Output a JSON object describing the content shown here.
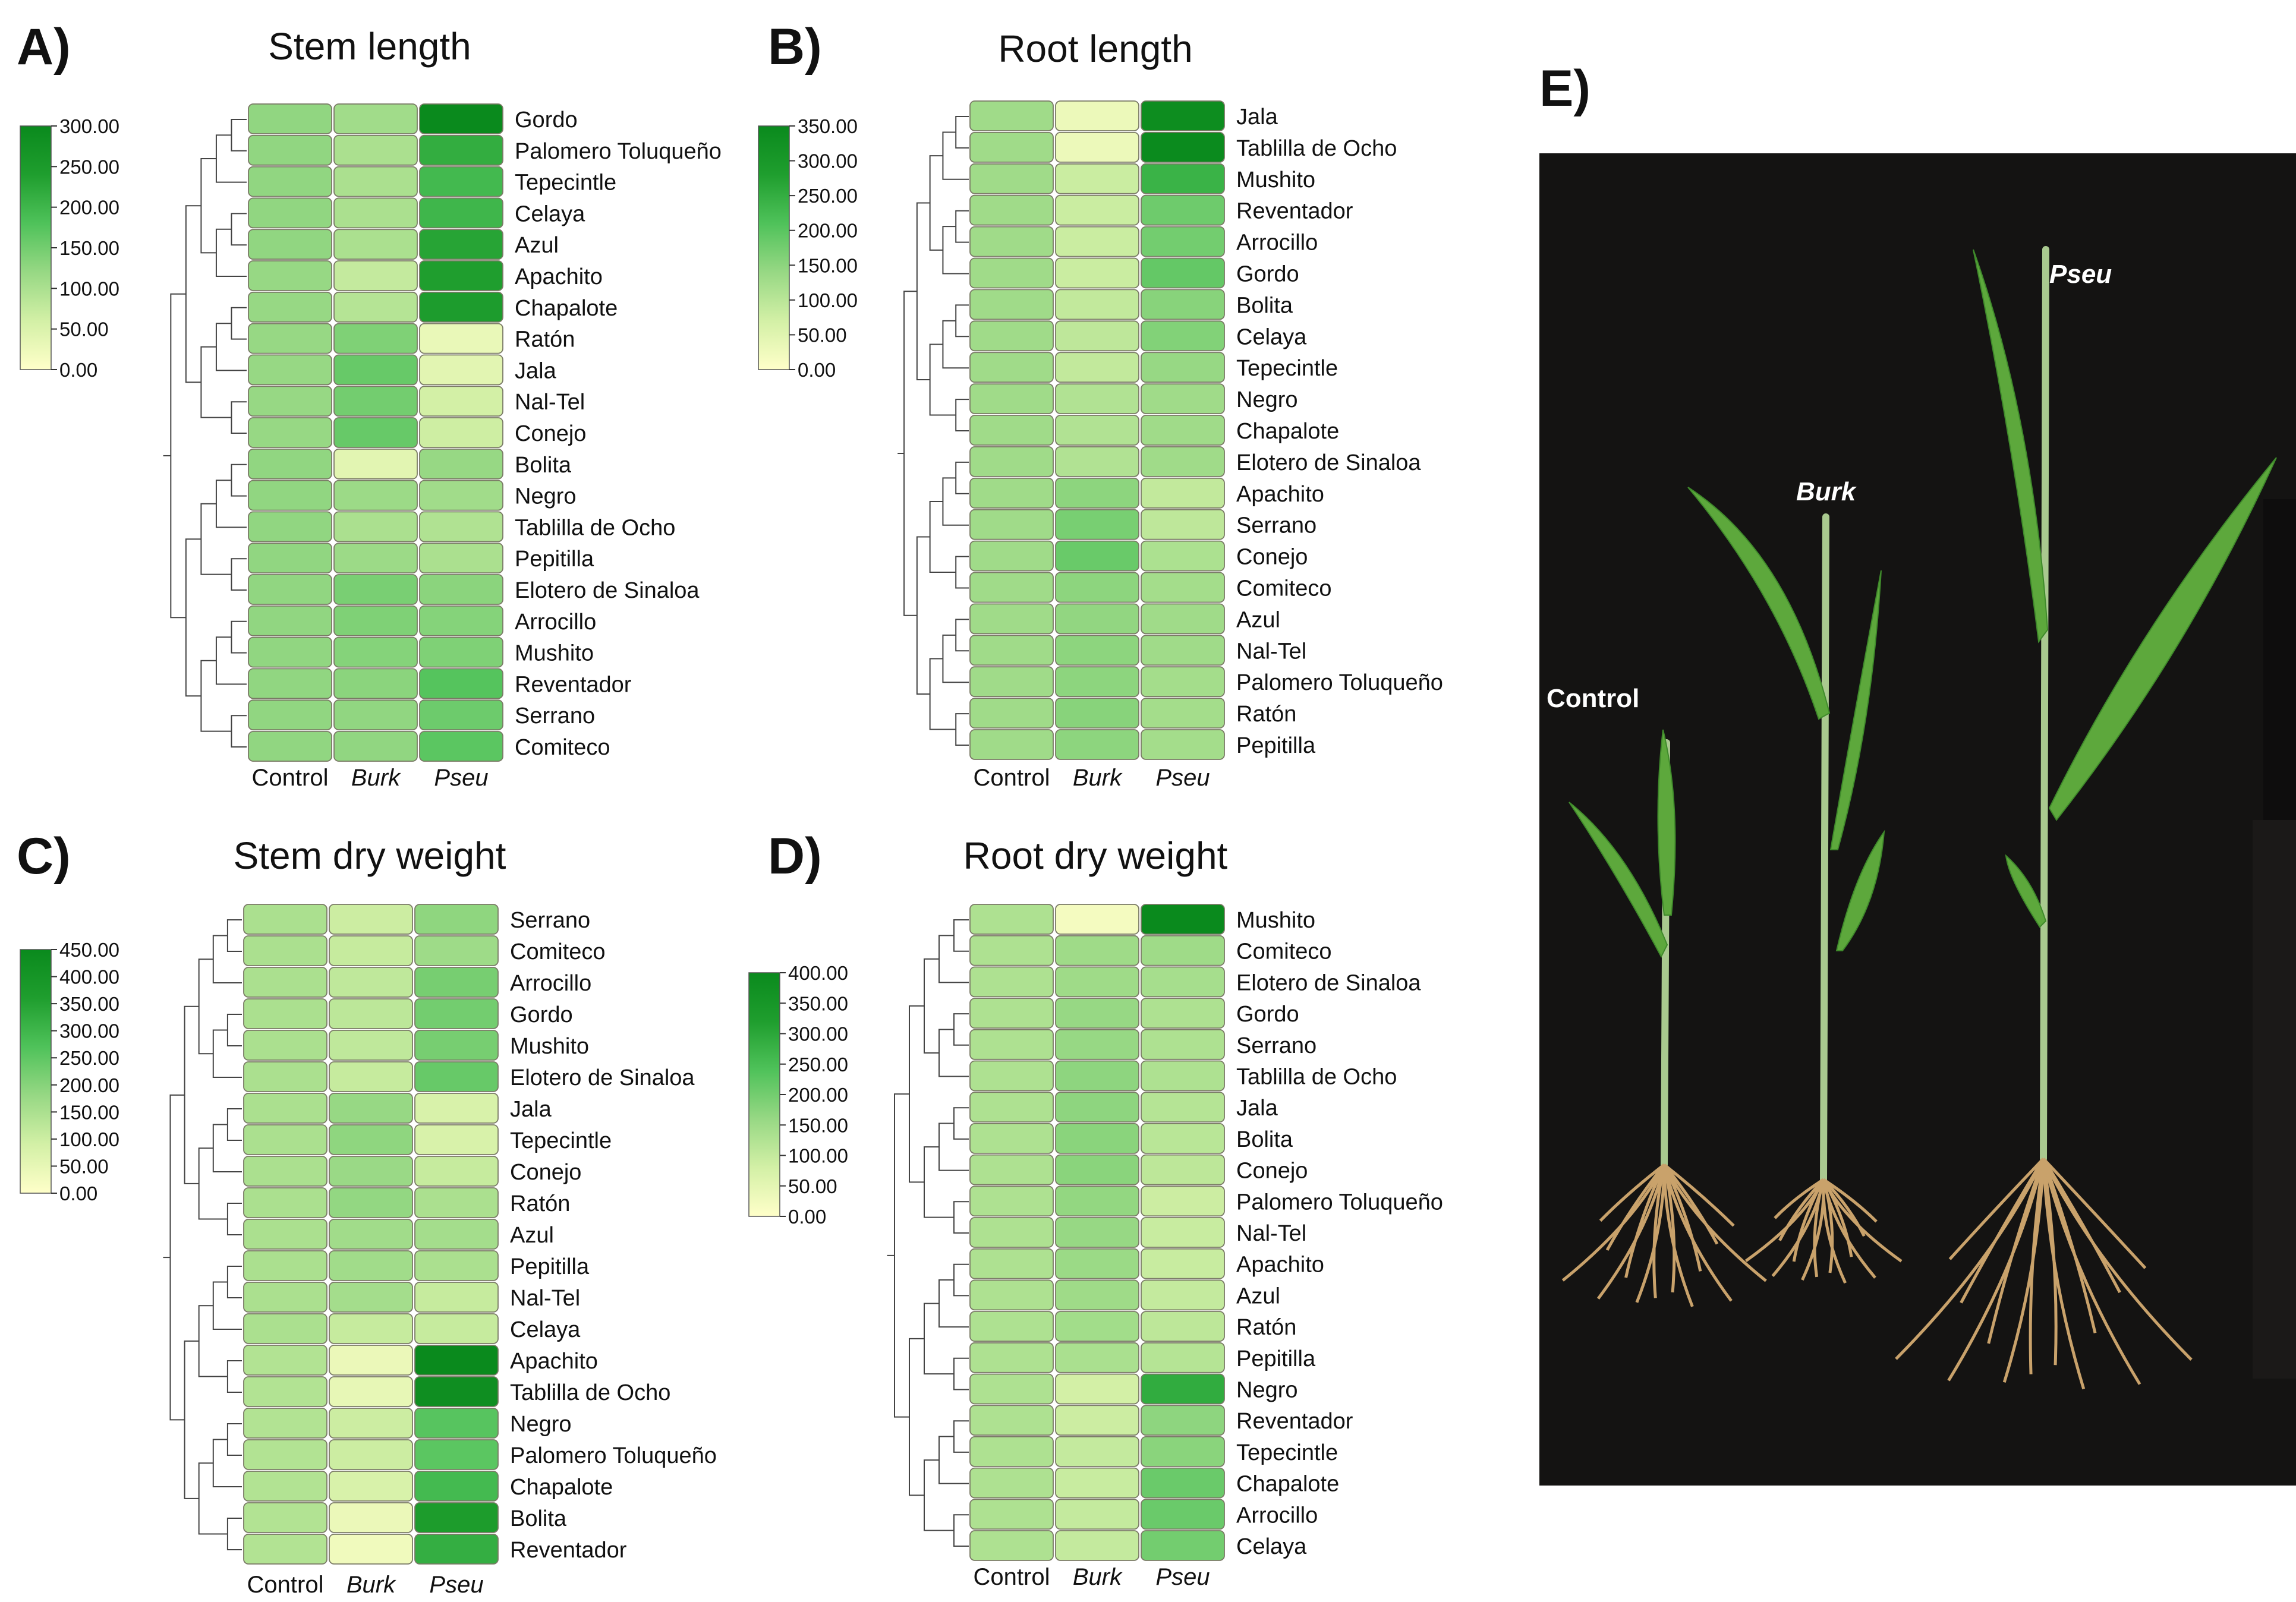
{
  "figure": {
    "panel_e_letter": "E)",
    "photo": {
      "labels": [
        "Control",
        "Burk",
        "Pseu"
      ],
      "background": "#141312",
      "leaf_color": "#5da83c",
      "root_color": "#c9a26b"
    }
  },
  "scale_colors": [
    "#ffffc9",
    "#d3f0a6",
    "#97d884",
    "#4fc25a",
    "#1f9e2e",
    "#0a8a1d"
  ],
  "chart_data": [
    {
      "type": "heatmap",
      "letter": "A)",
      "title": "Stem length",
      "columns": [
        "Control",
        "Burk",
        "Pseu"
      ],
      "legend_ticks": [
        "0.00",
        "50.00",
        "100.00",
        "150.00",
        "200.00",
        "250.00",
        "300.00"
      ],
      "range": [
        0,
        300
      ],
      "rows": [
        {
          "label": "Gordo",
          "values": [
            125,
            110,
            300
          ]
        },
        {
          "label": "Palomero Toluqueño",
          "values": [
            125,
            100,
            215
          ]
        },
        {
          "label": "Tepecintle",
          "values": [
            125,
            100,
            195
          ]
        },
        {
          "label": "Celaya",
          "values": [
            125,
            100,
            200
          ]
        },
        {
          "label": "Azul",
          "values": [
            125,
            100,
            230
          ]
        },
        {
          "label": "Apachito",
          "values": [
            120,
            75,
            240
          ]
        },
        {
          "label": "Chapalote",
          "values": [
            120,
            90,
            245
          ]
        },
        {
          "label": "Ratón",
          "values": [
            120,
            140,
            30
          ]
        },
        {
          "label": "Jala",
          "values": [
            120,
            160,
            40
          ]
        },
        {
          "label": "Nal-Tel",
          "values": [
            120,
            150,
            60
          ]
        },
        {
          "label": "Conejo",
          "values": [
            120,
            160,
            65
          ]
        },
        {
          "label": "Bolita",
          "values": [
            125,
            40,
            120
          ]
        },
        {
          "label": "Negro",
          "values": [
            125,
            115,
            110
          ]
        },
        {
          "label": "Tablilla de Ocho",
          "values": [
            125,
            100,
            95
          ]
        },
        {
          "label": "Pepitilla",
          "values": [
            125,
            115,
            100
          ]
        },
        {
          "label": "Elotero de Sinaloa",
          "values": [
            125,
            145,
            130
          ]
        },
        {
          "label": "Arrocillo",
          "values": [
            125,
            140,
            135
          ]
        },
        {
          "label": "Mushito",
          "values": [
            125,
            135,
            140
          ]
        },
        {
          "label": "Reventador",
          "values": [
            125,
            130,
            175
          ]
        },
        {
          "label": "Serrano",
          "values": [
            125,
            125,
            155
          ]
        },
        {
          "label": "Comiteco",
          "values": [
            125,
            125,
            170
          ]
        }
      ]
    },
    {
      "type": "heatmap",
      "letter": "B)",
      "title": "Root length",
      "columns": [
        "Control",
        "Burk",
        "Pseu"
      ],
      "legend_ticks": [
        "0.00",
        "50.00",
        "100.00",
        "150.00",
        "200.00",
        "250.00",
        "300.00",
        "350.00"
      ],
      "range": [
        0,
        350
      ],
      "rows": [
        {
          "label": "Jala",
          "values": [
            130,
            30,
            340
          ]
        },
        {
          "label": "Tablilla de Ocho",
          "values": [
            130,
            30,
            345
          ]
        },
        {
          "label": "Mushito",
          "values": [
            130,
            80,
            240
          ]
        },
        {
          "label": "Reventador",
          "values": [
            130,
            80,
            180
          ]
        },
        {
          "label": "Arrocillo",
          "values": [
            130,
            80,
            175
          ]
        },
        {
          "label": "Gordo",
          "values": [
            130,
            80,
            190
          ]
        },
        {
          "label": "Bolita",
          "values": [
            130,
            90,
            155
          ]
        },
        {
          "label": "Celaya",
          "values": [
            130,
            95,
            160
          ]
        },
        {
          "label": "Tepecintle",
          "values": [
            130,
            90,
            140
          ]
        },
        {
          "label": "Negro",
          "values": [
            130,
            110,
            130
          ]
        },
        {
          "label": "Chapalote",
          "values": [
            130,
            110,
            130
          ]
        },
        {
          "label": "Elotero de Sinaloa",
          "values": [
            130,
            110,
            130
          ]
        },
        {
          "label": "Apachito",
          "values": [
            130,
            150,
            90
          ]
        },
        {
          "label": "Serrano",
          "values": [
            130,
            170,
            95
          ]
        },
        {
          "label": "Conejo",
          "values": [
            130,
            185,
            115
          ]
        },
        {
          "label": "Comiteco",
          "values": [
            130,
            150,
            125
          ]
        },
        {
          "label": "Azul",
          "values": [
            130,
            145,
            130
          ]
        },
        {
          "label": "Nal-Tel",
          "values": [
            130,
            150,
            130
          ]
        },
        {
          "label": "Palomero Toluqueño",
          "values": [
            130,
            150,
            125
          ]
        },
        {
          "label": "Ratón",
          "values": [
            130,
            155,
            125
          ]
        },
        {
          "label": "Pepitilla",
          "values": [
            130,
            150,
            125
          ]
        }
      ]
    },
    {
      "type": "heatmap",
      "letter": "C)",
      "title": "Stem dry weight",
      "columns": [
        "Control",
        "Burk",
        "Pseu"
      ],
      "legend_ticks": [
        "0.00",
        "50.00",
        "100.00",
        "150.00",
        "200.00",
        "250.00",
        "300.00",
        "350.00",
        "400.00",
        "450.00"
      ],
      "range": [
        0,
        450
      ],
      "rows": [
        {
          "label": "Serrano",
          "values": [
            150,
            100,
            190
          ]
        },
        {
          "label": "Comiteco",
          "values": [
            150,
            110,
            170
          ]
        },
        {
          "label": "Arrocillo",
          "values": [
            150,
            120,
            220
          ]
        },
        {
          "label": "Gordo",
          "values": [
            150,
            125,
            225
          ]
        },
        {
          "label": "Mushito",
          "values": [
            150,
            120,
            220
          ]
        },
        {
          "label": "Elotero de Sinaloa",
          "values": [
            150,
            110,
            240
          ]
        },
        {
          "label": "Jala",
          "values": [
            150,
            180,
            80
          ]
        },
        {
          "label": "Tepecintle",
          "values": [
            150,
            190,
            80
          ]
        },
        {
          "label": "Conejo",
          "values": [
            150,
            175,
            110
          ]
        },
        {
          "label": "Ratón",
          "values": [
            150,
            185,
            150
          ]
        },
        {
          "label": "Azul",
          "values": [
            150,
            165,
            160
          ]
        },
        {
          "label": "Pepitilla",
          "values": [
            150,
            165,
            150
          ]
        },
        {
          "label": "Nal-Tel",
          "values": [
            150,
            160,
            110
          ]
        },
        {
          "label": "Celaya",
          "values": [
            150,
            110,
            110
          ]
        },
        {
          "label": "Apachito",
          "values": [
            140,
            40,
            450
          ]
        },
        {
          "label": "Tablilla de Ocho",
          "values": [
            140,
            50,
            430
          ]
        },
        {
          "label": "Negro",
          "values": [
            140,
            100,
            260
          ]
        },
        {
          "label": "Palomero Toluqueño",
          "values": [
            140,
            100,
            255
          ]
        },
        {
          "label": "Chapalote",
          "values": [
            140,
            80,
            290
          ]
        },
        {
          "label": "Bolita",
          "values": [
            140,
            40,
            370
          ]
        },
        {
          "label": "Reventador",
          "values": [
            140,
            30,
            320
          ]
        }
      ]
    },
    {
      "type": "heatmap",
      "letter": "D)",
      "title": "Root dry weight",
      "columns": [
        "Control",
        "Burk",
        "Pseu"
      ],
      "legend_ticks": [
        "0.00",
        "50.00",
        "100.00",
        "150.00",
        "200.00",
        "250.00",
        "300.00",
        "350.00",
        "400.00"
      ],
      "range": [
        0,
        400
      ],
      "rows": [
        {
          "label": "Mushito",
          "values": [
            130,
            20,
            400
          ]
        },
        {
          "label": "Comiteco",
          "values": [
            130,
            150,
            150
          ]
        },
        {
          "label": "Elotero de Sinaloa",
          "values": [
            130,
            150,
            140
          ]
        },
        {
          "label": "Gordo",
          "values": [
            130,
            160,
            130
          ]
        },
        {
          "label": "Serrano",
          "values": [
            130,
            160,
            130
          ]
        },
        {
          "label": "Tablilla de Ocho",
          "values": [
            130,
            170,
            130
          ]
        },
        {
          "label": "Jala",
          "values": [
            130,
            170,
            120
          ]
        },
        {
          "label": "Bolita",
          "values": [
            130,
            175,
            115
          ]
        },
        {
          "label": "Conejo",
          "values": [
            130,
            175,
            110
          ]
        },
        {
          "label": "Palomero Toluqueño",
          "values": [
            130,
            165,
            90
          ]
        },
        {
          "label": "Nal-Tel",
          "values": [
            130,
            160,
            95
          ]
        },
        {
          "label": "Apachito",
          "values": [
            130,
            155,
            95
          ]
        },
        {
          "label": "Azul",
          "values": [
            130,
            150,
            100
          ]
        },
        {
          "label": "Ratón",
          "values": [
            130,
            145,
            110
          ]
        },
        {
          "label": "Pepitilla",
          "values": [
            130,
            135,
            120
          ]
        },
        {
          "label": "Negro",
          "values": [
            130,
            80,
            290
          ]
        },
        {
          "label": "Reventador",
          "values": [
            130,
            90,
            170
          ]
        },
        {
          "label": "Tepecintle",
          "values": [
            130,
            100,
            175
          ]
        },
        {
          "label": "Chapalote",
          "values": [
            130,
            95,
            210
          ]
        },
        {
          "label": "Arrocillo",
          "values": [
            130,
            100,
            210
          ]
        },
        {
          "label": "Celaya",
          "values": [
            130,
            100,
            200
          ]
        }
      ]
    }
  ]
}
